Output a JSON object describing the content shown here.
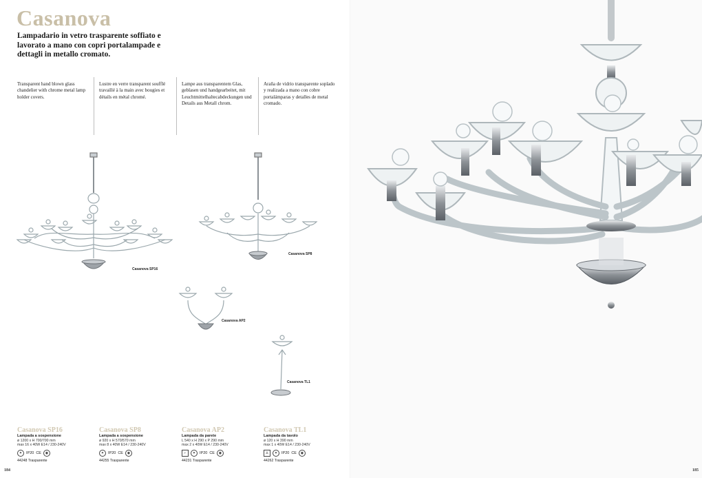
{
  "title": "Casanova",
  "lead": "Lampadario in vetro trasparente soffiato e lavorato a mano con copri portalampade e dettagli in metallo cromato.",
  "descriptions": [
    "Transparent hand blown glass chandelier with chrome metal lamp holder covers.",
    "Lustre en verre transparent soufflé travaillé à la main avec bougies et détails en métal chromé.",
    "Lampe aus transparentem Glas, geblasen und handgearbeitet, mit Leuchtmittelhaltecabdeckungen und Details aus Metall chrom.",
    "Araña de vidrio transparente soplado y realizada a mano con cobre portalámparas y detalles de metal cromado."
  ],
  "product_labels": {
    "sp16": "Casanova SP16",
    "sp8": "Casanova SP8",
    "ap2": "Casanova AP2",
    "tl1": "Casanova TL1"
  },
  "specs": [
    {
      "name": "Casanova SP16",
      "type": "Lampada a sospensione",
      "dim": "ø 1200 x H 700/700 mm",
      "power": "max 16 x 40W E14 / 230-240V",
      "ip": "IP20",
      "ce": "CE",
      "code": "44248 Trasparente"
    },
    {
      "name": "Casanova SP8",
      "type": "Lampada a sospensione",
      "dim": "ø 920 x H 570/570 mm",
      "power": "max 8 x 40W E14 / 230-240V",
      "ip": "IP20",
      "ce": "CE",
      "code": "44255 Trasparente"
    },
    {
      "name": "Casanova AP2",
      "type": "Lampada da parete",
      "dim": "L 540 x H 290 x P 290 mm",
      "power": "max 2 x 40W E14 / 230-240V",
      "ip": "IP20",
      "ce": "CE",
      "code": "44231 Trasparente"
    },
    {
      "name": "Casanova TL1",
      "type": "Lampada da tavolo",
      "dim": "ø 120 x H 390 mm",
      "power": "max 1 x 40W E14 / 230-240V",
      "ip": "IP20",
      "ce": "CE",
      "code": "44262 Trasparente"
    }
  ],
  "page_numbers": {
    "left": "184",
    "right": "185"
  },
  "colors": {
    "title": "#c9bfa7",
    "spec_name": "#d1c8b2",
    "glass": "#9aa7ac",
    "chrome": "#6f7479"
  }
}
